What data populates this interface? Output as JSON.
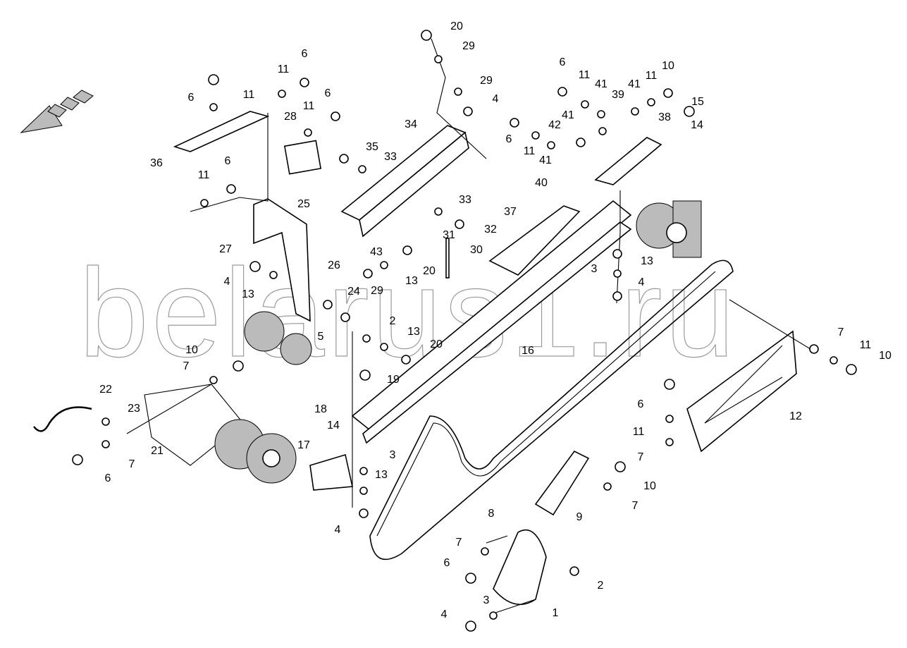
{
  "watermark": "belarus1.ru",
  "callouts": [
    "20",
    "29",
    "29",
    "4",
    "6",
    "11",
    "6",
    "11",
    "6",
    "11",
    "28",
    "6",
    "11",
    "41",
    "11",
    "10",
    "41",
    "39",
    "15",
    "14",
    "34",
    "6",
    "42",
    "41",
    "38",
    "11",
    "41",
    "35",
    "33",
    "36",
    "6",
    "11",
    "40",
    "25",
    "33",
    "37",
    "32",
    "31",
    "27",
    "26",
    "43",
    "30",
    "20",
    "3",
    "13",
    "4",
    "13",
    "29",
    "13",
    "4",
    "24",
    "2",
    "13",
    "5",
    "20",
    "16",
    "10",
    "7",
    "11",
    "10",
    "7",
    "19",
    "22",
    "23",
    "18",
    "14",
    "6",
    "12",
    "11",
    "7",
    "21",
    "17",
    "3",
    "13",
    "7",
    "6",
    "10",
    "7",
    "8",
    "9",
    "4",
    "7",
    "6",
    "2",
    "3",
    "1",
    "4"
  ]
}
